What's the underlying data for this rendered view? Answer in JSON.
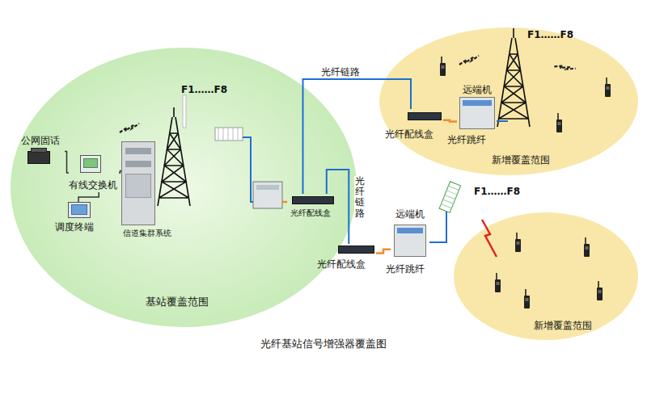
{
  "diagram": {
    "caption": "光纤基站信号增强器覆盖图",
    "nodes": [
      {
        "text": [
          "基站覆盖范围"
        ]
      },
      {
        "text": [
          "信道集群系统"
        ],
        "in": 0
      },
      {
        "text": [
          "有线交换机"
        ],
        "in": 0
      },
      {
        "text": [
          "公网固话"
        ],
        "in": 0
      },
      {
        "text": [
          "调度终端"
        ],
        "in": 0
      },
      {
        "text": [
          "光纤配线盒"
        ],
        "in": 0
      },
      {
        "text": [
          "新增覆盖范围"
        ]
      },
      {
        "text": [
          "光纤配线盒"
        ],
        "in": 6
      },
      {
        "text": [
          "远端机"
        ],
        "in": 6
      },
      {
        "text": [
          "远端机"
        ]
      },
      {
        "text": [
          "光纤配线盒"
        ]
      },
      {
        "text": [
          "新增覆盖范围"
        ]
      }
    ],
    "edges": [
      {
        "from": 3,
        "to": 2,
        "arrow": "none"
      },
      {
        "from": 4,
        "to": 2,
        "arrow": "none"
      },
      {
        "from": 2,
        "to": 1,
        "arrow": "none"
      },
      {
        "from": 5,
        "to": 7,
        "label": "光纤链路",
        "arrow": "none"
      },
      {
        "from": 5,
        "to": 10,
        "label": "光纤链路",
        "arrow": "none"
      },
      {
        "from": 7,
        "to": 8,
        "label": "光纤跳纤",
        "arrow": "none"
      },
      {
        "from": 10,
        "to": 9,
        "label": "光纤跳纤",
        "arrow": "none"
      }
    ],
    "labels": [
      "F1……F8",
      "F1……F8",
      "F1……F8"
    ]
  }
}
